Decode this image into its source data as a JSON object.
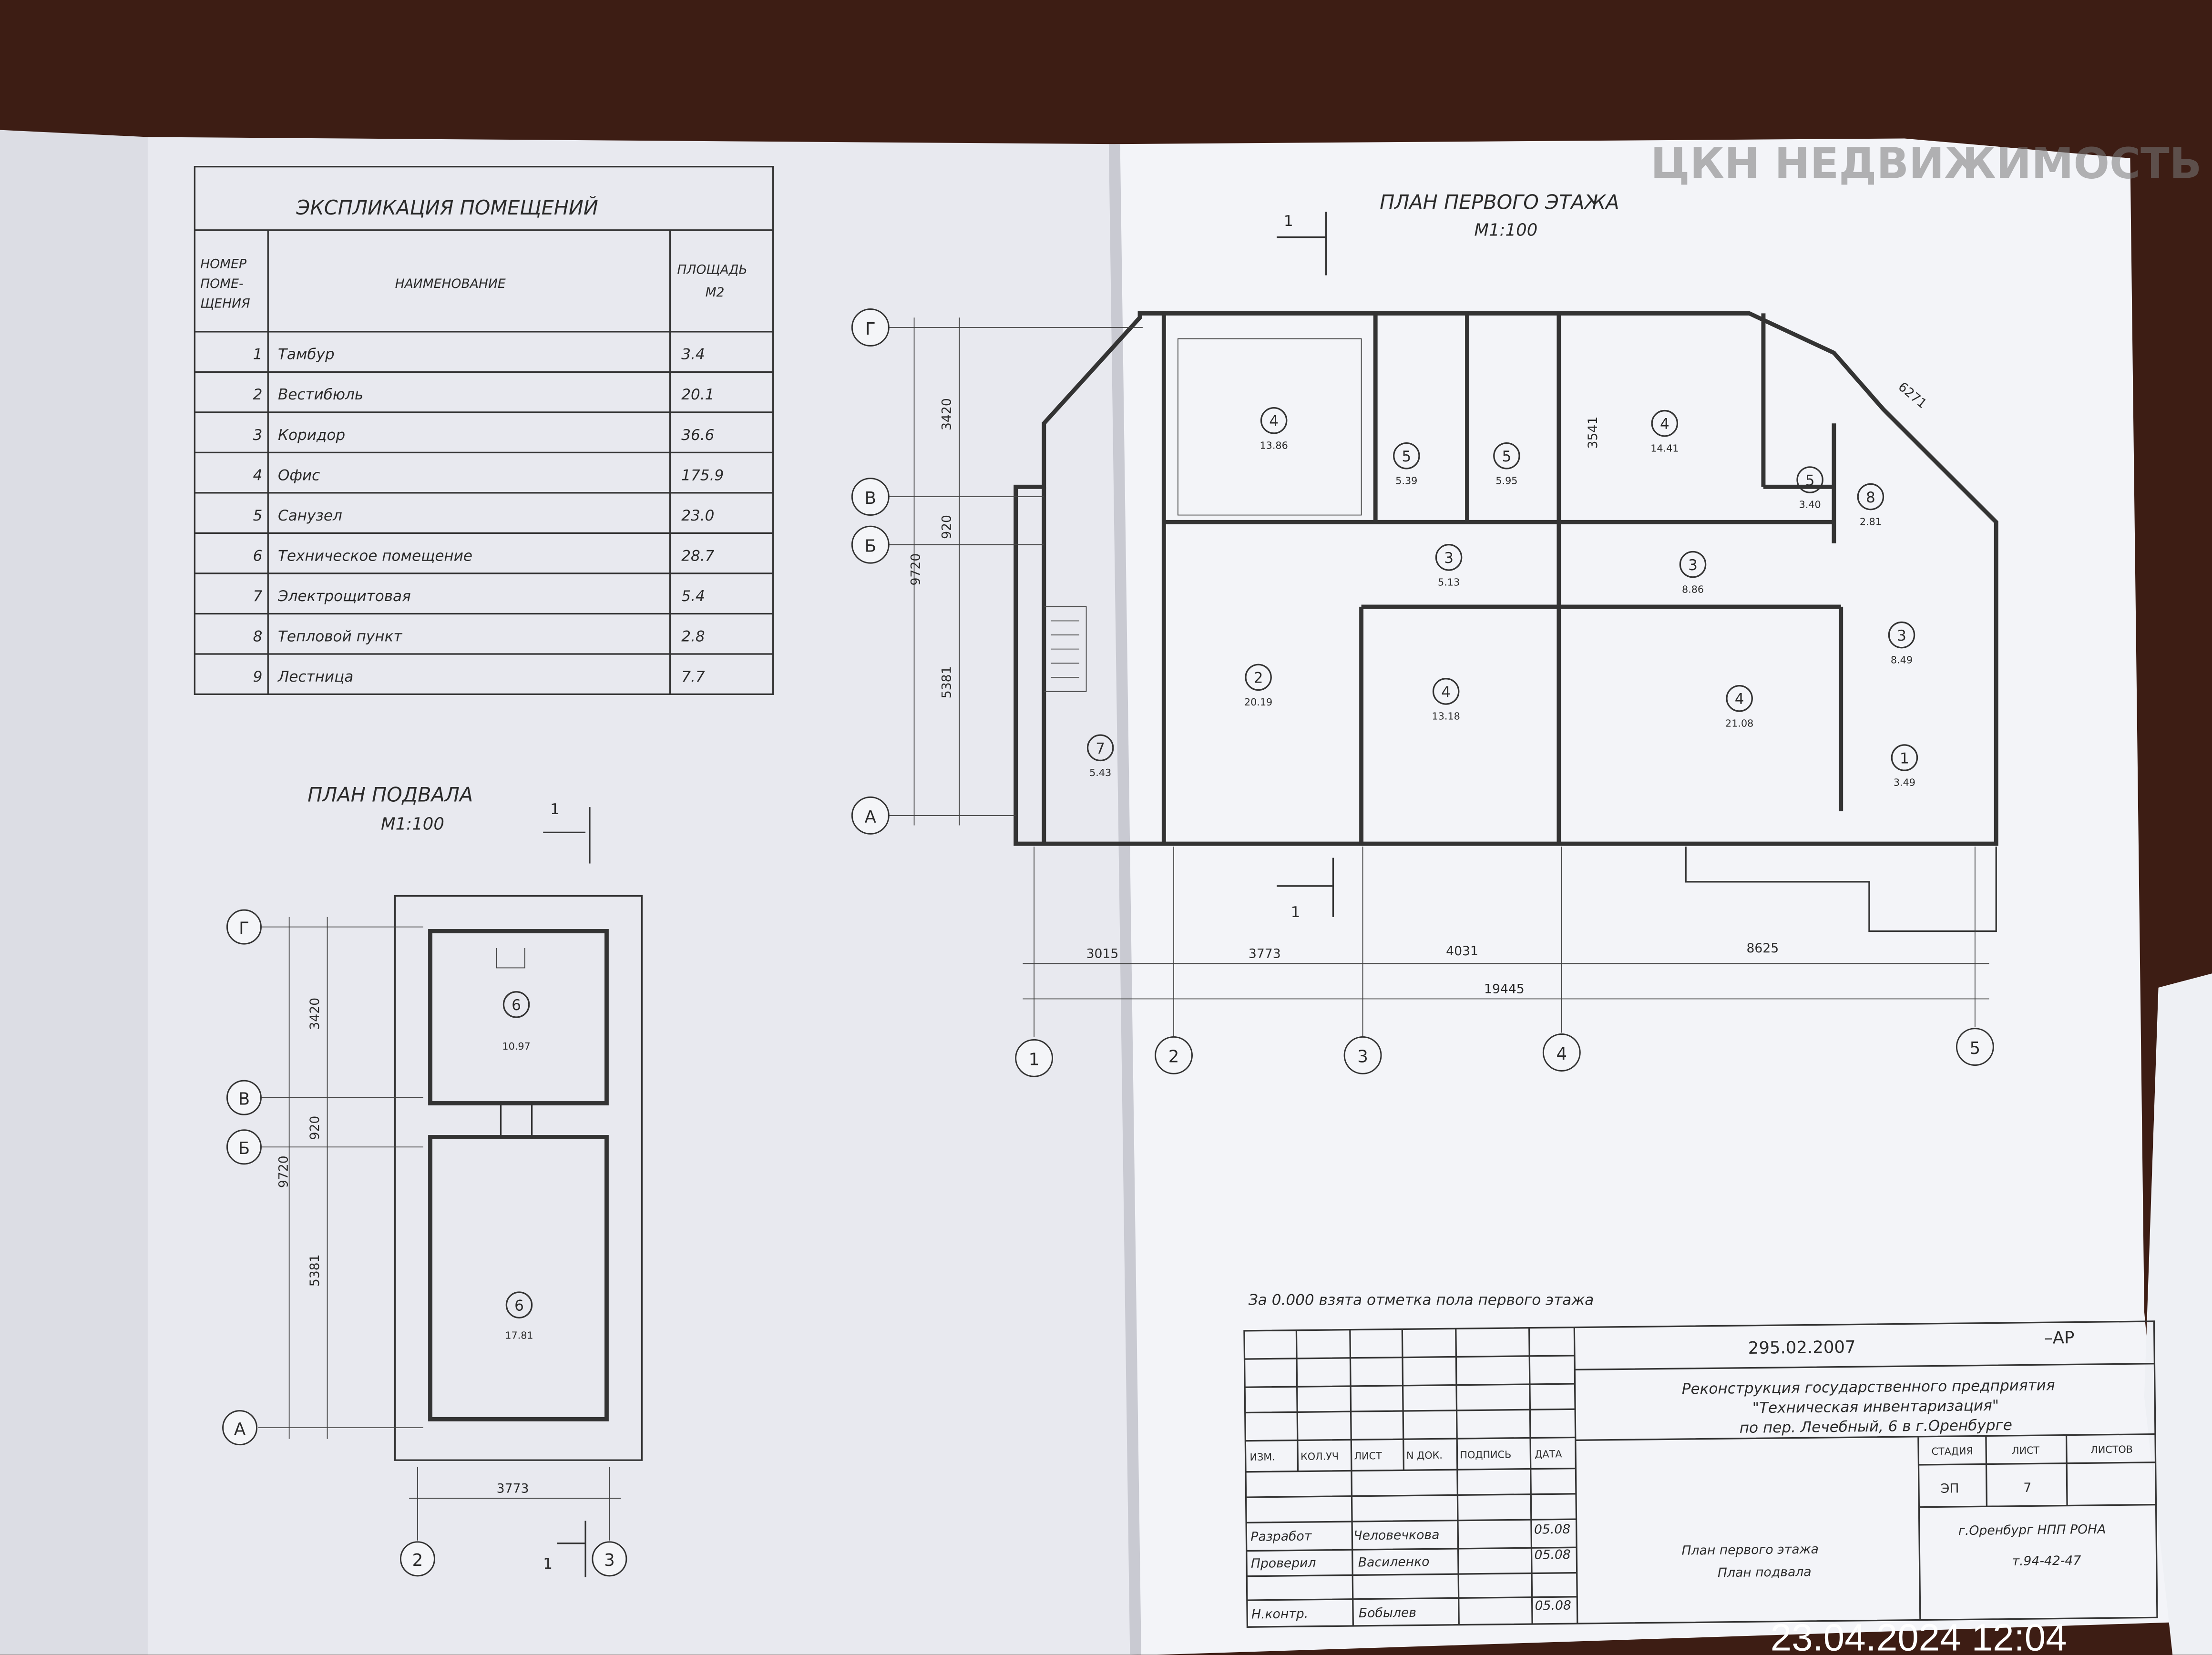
{
  "watermark": "ЦКН НЕДВИЖИМОСТЬ",
  "timestamp": "23.04.2024  12:04",
  "explication": {
    "title": "ЭКСПЛИКАЦИЯ ПОМЕЩЕНИЙ",
    "headers": {
      "number": [
        "НОМЕР",
        "ПОМЕ-",
        "ЩЕНИЯ"
      ],
      "name": "НАИМЕНОВАНИЕ",
      "area": [
        "ПЛОЩАДЬ",
        "М2"
      ]
    },
    "rows": [
      {
        "no": "1",
        "name": "Тамбур",
        "area": "3.4"
      },
      {
        "no": "2",
        "name": "Вестибюль",
        "area": "20.1"
      },
      {
        "no": "3",
        "name": "Коридор",
        "area": "36.6"
      },
      {
        "no": "4",
        "name": "Офис",
        "area": "175.9"
      },
      {
        "no": "5",
        "name": "Санузел",
        "area": "23.0"
      },
      {
        "no": "6",
        "name": "Техническое помещение",
        "area": "28.7"
      },
      {
        "no": "7",
        "name": "Электрощитовая",
        "area": "5.4"
      },
      {
        "no": "8",
        "name": "Тепловой пункт",
        "area": "2.8"
      },
      {
        "no": "9",
        "name": "Лестница",
        "area": "7.7"
      }
    ]
  },
  "basement": {
    "title": "ПЛАН ПОДВАЛА",
    "scale": "М1:100",
    "section_mark": "1",
    "rooms": [
      {
        "no": "6",
        "area": "10.97"
      },
      {
        "no": "6",
        "area": "17.81"
      }
    ],
    "axes_letters": [
      "Г",
      "В",
      "Б",
      "А"
    ],
    "axes_numbers": [
      "2",
      "3"
    ],
    "dims": {
      "v1": "3420",
      "v2": "920",
      "v3": "5381",
      "total": "9720",
      "h1": "3773"
    }
  },
  "first_floor": {
    "title": "ПЛАН ПЕРВОГО ЭТАЖА",
    "scale": "М1:100",
    "section_mark": "1",
    "rooms": [
      {
        "no": "4",
        "area": "13.86"
      },
      {
        "no": "5",
        "area": "5.39"
      },
      {
        "no": "5",
        "area": "5.95"
      },
      {
        "no": "4",
        "area": "14.41"
      },
      {
        "no": "5",
        "area": "3.40"
      },
      {
        "no": "8",
        "area": "2.81"
      },
      {
        "no": "3",
        "area": "5.13"
      },
      {
        "no": "3",
        "area": "8.86"
      },
      {
        "no": "3",
        "area": "8.49"
      },
      {
        "no": "2",
        "area": "20.19"
      },
      {
        "no": "4",
        "area": "13.18"
      },
      {
        "no": "4",
        "area": "21.08"
      },
      {
        "no": "1",
        "area": "3.49"
      },
      {
        "no": "7",
        "area": "5.43"
      }
    ],
    "axes_letters": [
      "Г",
      "В",
      "Б",
      "А"
    ],
    "axes_numbers": [
      "1",
      "2",
      "3",
      "4",
      "5"
    ],
    "dims": {
      "v1": "3420",
      "v2": "920",
      "v3": "5381",
      "total_v": "9720",
      "v_room": "3541",
      "diag": "6271",
      "h1": "3015",
      "h2": "3773",
      "h3": "4031",
      "h4": "8625",
      "total_h": "19445"
    }
  },
  "note": "За 0.000 взята отметка пола первого этажа",
  "title_block": {
    "code": "295.02.2007",
    "suffix": "–АР",
    "project": [
      "Реконструкция государственного предприятия",
      "\"Техническая инвентаризация\"",
      "по пер. Лечебный, 6 в г.Оренбурге"
    ],
    "col_headers": [
      "ИЗМ.",
      "КОЛ.УЧ",
      "ЛИСТ",
      "N ДОК.",
      "ПОДПИСЬ",
      "ДАТА"
    ],
    "stage_header": "СТАДИЯ",
    "sheet_header": "ЛИСТ",
    "sheets_header": "ЛИСТОВ",
    "stage": "ЭП",
    "sheet": "7",
    "people": [
      {
        "role": "Разработ",
        "name": "Человечкова",
        "date": "05.08"
      },
      {
        "role": "Проверил",
        "name": "Василенко",
        "date": "05.08"
      },
      {
        "role": "Н.контр.",
        "name": "Бобылев",
        "date": "05.08"
      }
    ],
    "sheet_title": [
      "План первого этажа",
      "План подвала"
    ],
    "org": "г.Оренбург  НПП  РОНА",
    "phone": "т.94-42-47"
  }
}
